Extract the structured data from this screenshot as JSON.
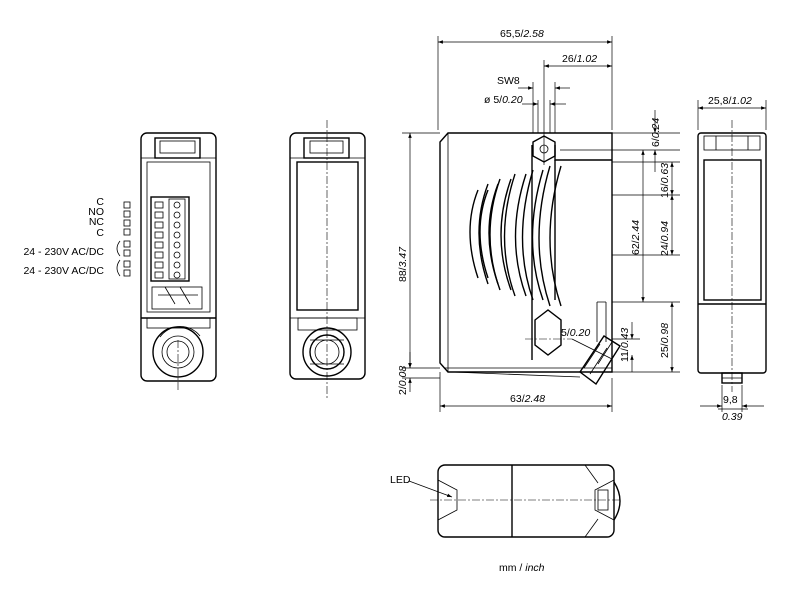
{
  "terminal_labels": [
    "C",
    "NO",
    "NC",
    "C",
    "24 - 230V AC/DC",
    "24 - 230V AC/DC"
  ],
  "dimensions": {
    "width_total": {
      "mm": "65,5",
      "inch": "2.58"
    },
    "lens_offset": {
      "mm": "26",
      "inch": "1.02"
    },
    "wrench": "SW8",
    "hole_diameter": {
      "mm": "ø 5",
      "inch": "0.20"
    },
    "top_gap": {
      "mm": "6",
      "inch": "0.24"
    },
    "window_top": {
      "mm": "16",
      "inch": "0.63"
    },
    "window_height": {
      "mm": "24",
      "inch": "0.94"
    },
    "slot_span": {
      "mm": "62",
      "inch": "2.44"
    },
    "height_total": {
      "mm": "88",
      "inch": "3.47"
    },
    "slot_width": {
      "mm": "5",
      "inch": "0.20"
    },
    "connector_offset": {
      "mm": "11",
      "inch": "0.43"
    },
    "bottom_block": {
      "mm": "25",
      "inch": "0.98"
    },
    "base_step": {
      "mm": "2",
      "inch": "0.08"
    },
    "base_width": {
      "mm": "63",
      "inch": "2.48"
    },
    "depth": {
      "mm": "25,8",
      "inch": "1.02"
    },
    "connector_width": {
      "mm": "9,8",
      "inch": "0.39"
    }
  },
  "led_label": "LED",
  "units": {
    "metric": "mm /",
    "imperial": "inch"
  }
}
